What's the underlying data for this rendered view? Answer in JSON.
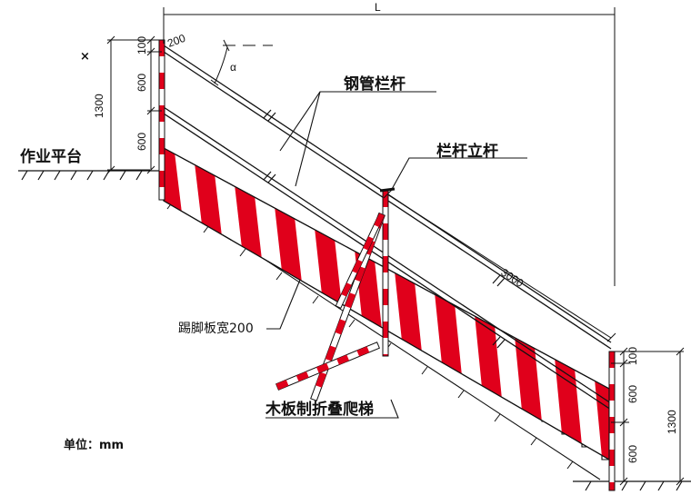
{
  "labels": {
    "steel_rail": "钢管栏杆",
    "post": "栏杆立杆",
    "platform": "作业平台",
    "kickboard": "踢脚板宽200",
    "ladder": "木板制折叠爬梯",
    "unit": "单位：mm",
    "cross_mark": "×"
  },
  "dimensions": {
    "span_L": "L",
    "d100_left": "100",
    "d600_top_left": "600",
    "d600_bot_left": "600",
    "d1300_left": "1300",
    "d200": "200",
    "alpha": "α",
    "d3000": "3000",
    "d100_right": "100",
    "d600_top_right": "600",
    "d600_bot_right": "600",
    "d1300_right": "1300"
  },
  "colors": {
    "stripe_red": "#e0001b",
    "line": "#111111"
  }
}
